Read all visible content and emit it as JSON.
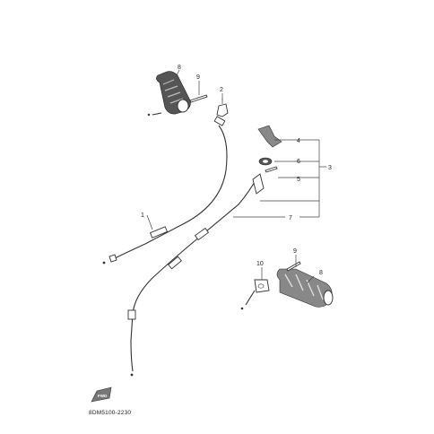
{
  "diagram": {
    "drawing_code": "8DM5100-2230",
    "fwd_mark": "FWD",
    "callouts": [
      {
        "id": "c1",
        "label": "1"
      },
      {
        "id": "c2",
        "label": "2"
      },
      {
        "id": "c3",
        "label": "3"
      },
      {
        "id": "c4",
        "label": "4"
      },
      {
        "id": "c5",
        "label": "5"
      },
      {
        "id": "c6",
        "label": "6"
      },
      {
        "id": "c7",
        "label": "7"
      },
      {
        "id": "c8a",
        "label": "8"
      },
      {
        "id": "c8b",
        "label": "8"
      },
      {
        "id": "c9a",
        "label": "9"
      },
      {
        "id": "c9b",
        "label": "9"
      },
      {
        "id": "c10",
        "label": "10"
      }
    ]
  }
}
